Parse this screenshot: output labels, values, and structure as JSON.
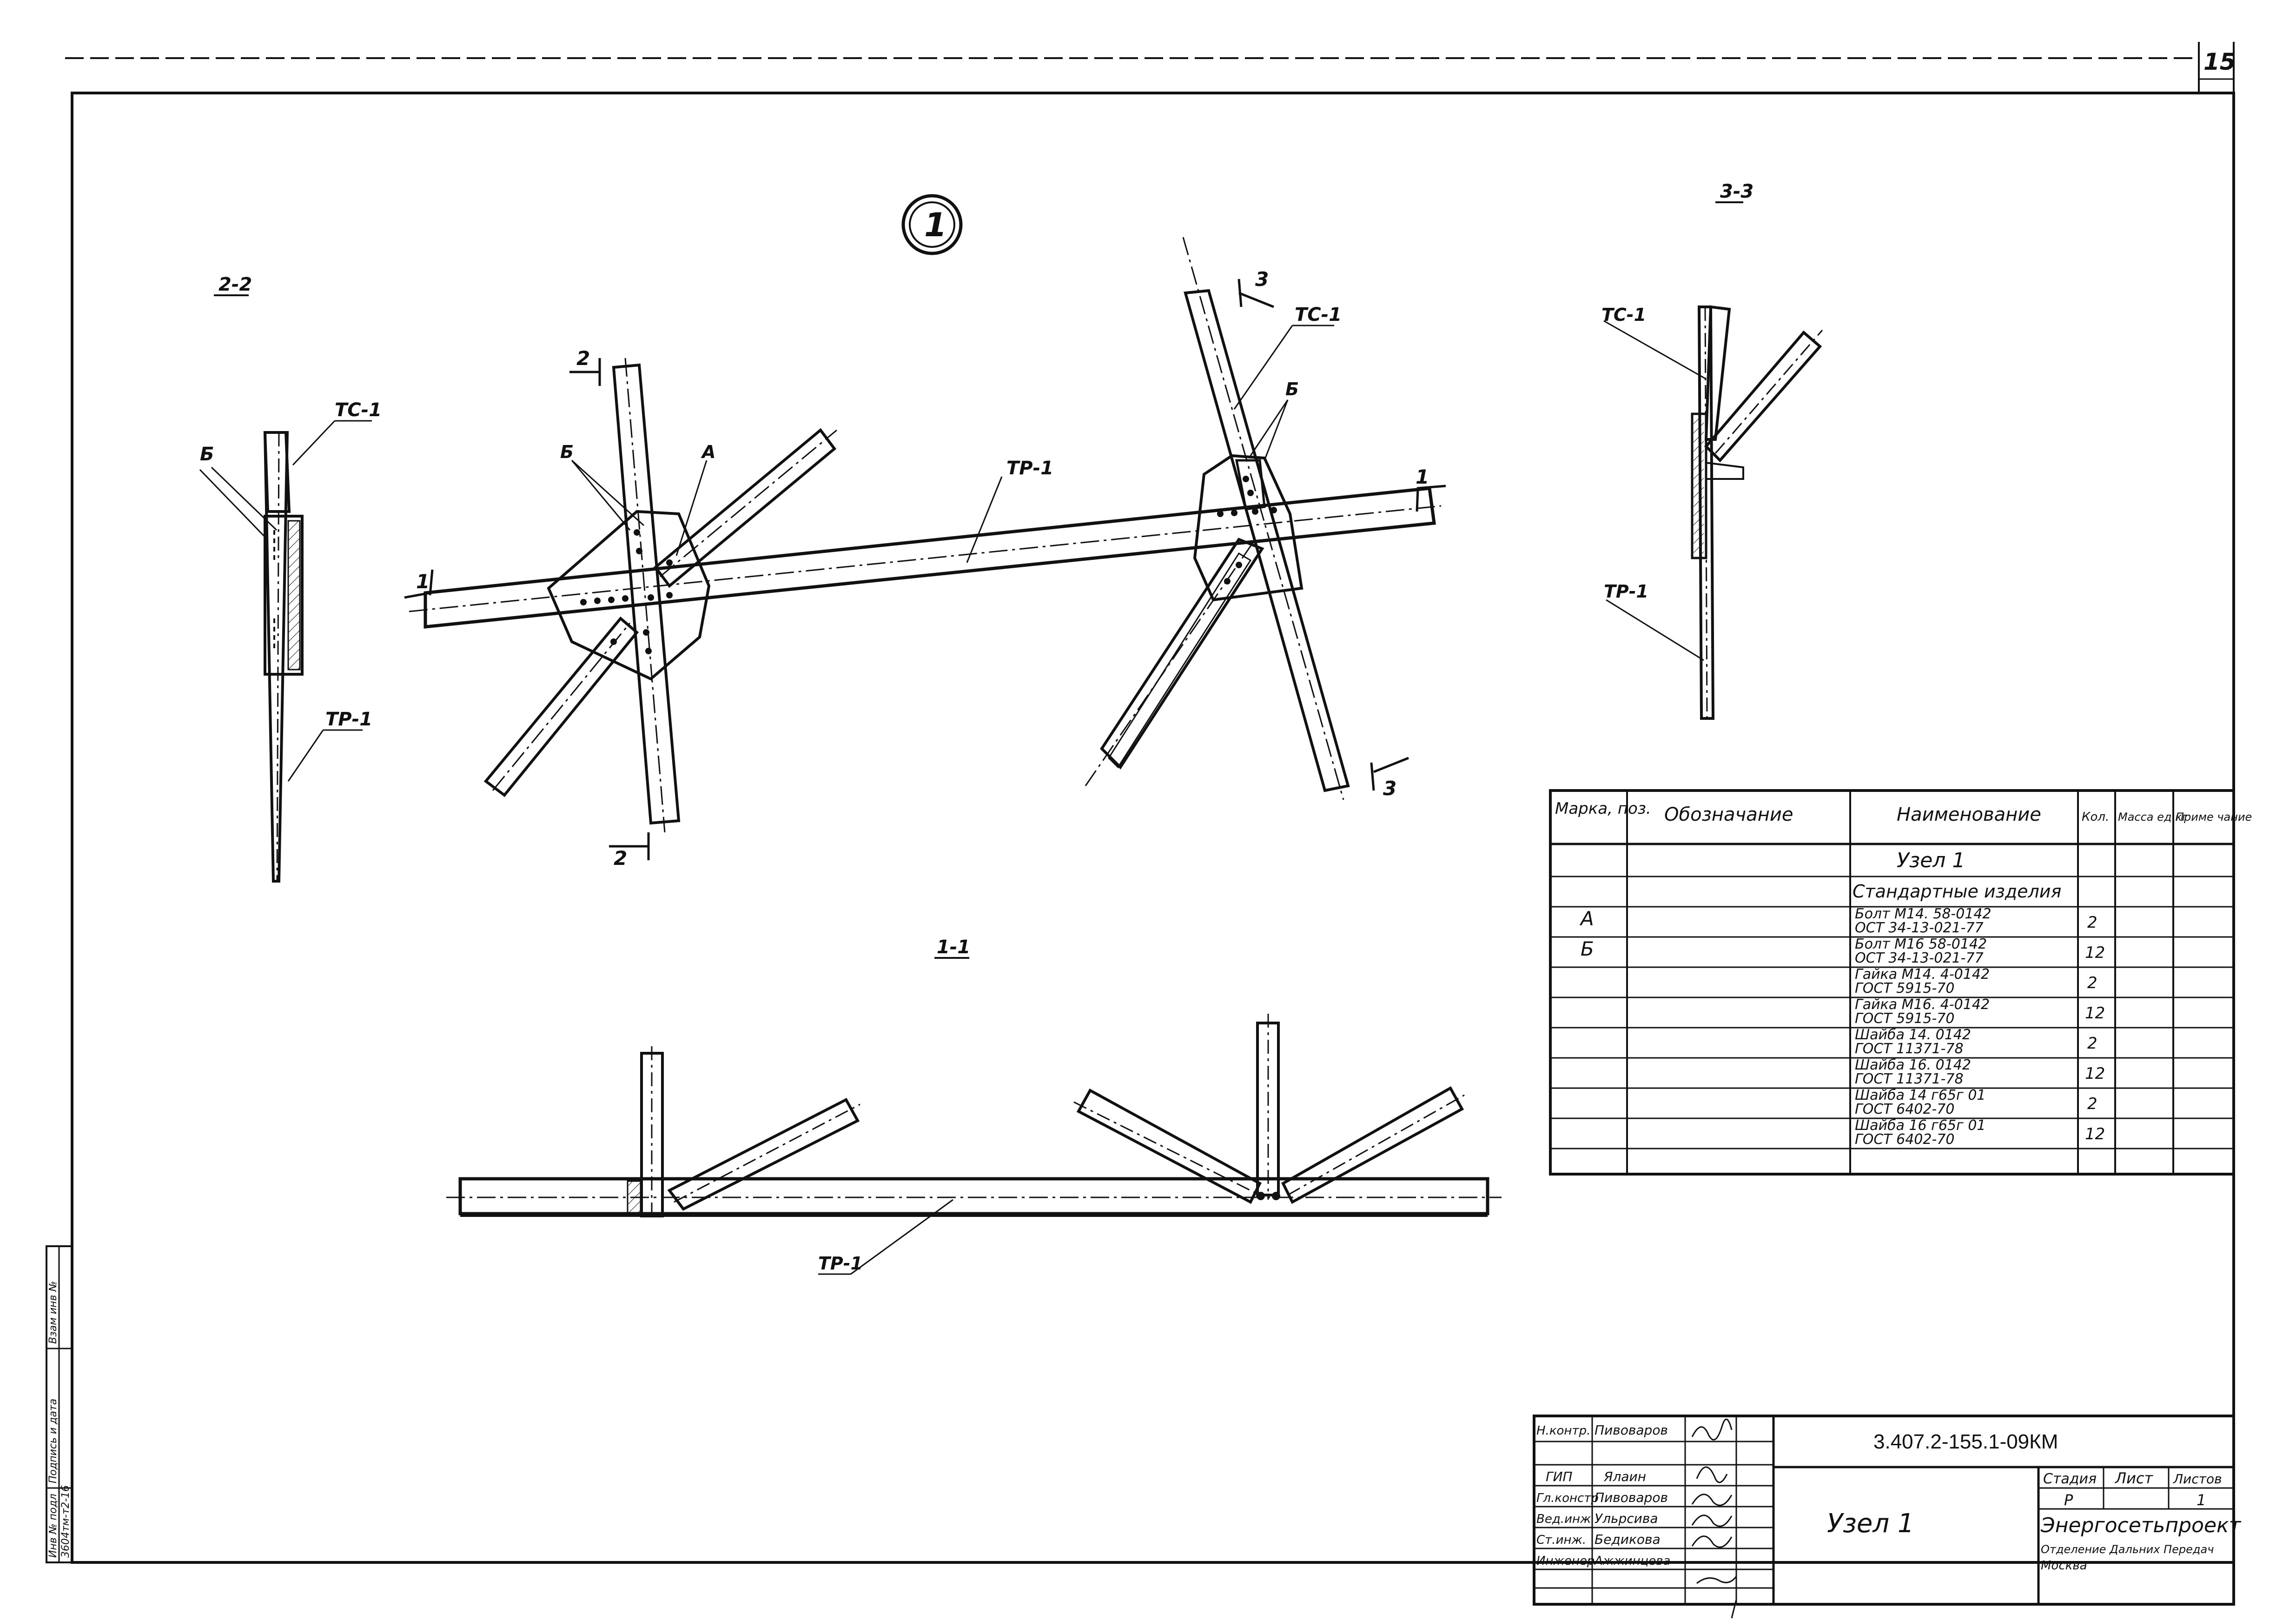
{
  "sheet": {
    "number": "15",
    "node_mark": "1"
  },
  "views": {
    "v22": {
      "title": "2-2",
      "tc": "ТС-1",
      "tp": "ТР-1",
      "b": "Б"
    },
    "v33": {
      "title": "3-3",
      "tc": "ТС-1",
      "tp": "ТР-1"
    },
    "v11": {
      "title": "1-1",
      "tp": "ТР-1"
    },
    "plan": {
      "sec2_top": "2",
      "sec2_bot": "2",
      "sec3_top": "3",
      "sec3_bot": "3",
      "sec1_left": "1",
      "sec1_right": "1",
      "b_left": "Б",
      "a_left": "А",
      "tp": "ТР-1",
      "tc": "ТС-1",
      "b_right": "Б"
    }
  },
  "spec": {
    "headers": [
      "Марка, поз.",
      "Обозначание",
      "Наименование",
      "Кол.",
      "Масса ед кг",
      "Приме чание"
    ],
    "node_title": "Узел 1",
    "group_title": "Стандартные изделия",
    "rows": [
      {
        "mark": "А",
        "name1": "Болт М14. 58-0142",
        "name2": "ОСТ 34-13-021-77",
        "qty": "2"
      },
      {
        "mark": "Б",
        "name1": "Болт М16 58-0142",
        "name2": "ОСТ 34-13-021-77",
        "qty": "12"
      },
      {
        "mark": "",
        "name1": "Гайка М14. 4-0142",
        "name2": "ГОСТ 5915-70",
        "qty": "2"
      },
      {
        "mark": "",
        "name1": "Гайка М16. 4-0142",
        "name2": "ГОСТ 5915-70",
        "qty": "12"
      },
      {
        "mark": "",
        "name1": "Шайба 14. 0142",
        "name2": "ГОСТ 11371-78",
        "qty": "2"
      },
      {
        "mark": "",
        "name1": "Шайба 16. 0142",
        "name2": "ГОСТ 11371-78",
        "qty": "12"
      },
      {
        "mark": "",
        "name1": "Шайба 14 г65г 01",
        "name2": "ГОСТ 6402-70",
        "qty": "2"
      },
      {
        "mark": "",
        "name1": "Шайба 16 г65г 01",
        "name2": "ГОСТ 6402-70",
        "qty": "12"
      }
    ]
  },
  "title_block": {
    "doc_code": "3.407.2-155.1-09КМ",
    "title": "Узел 1",
    "stage_header": "Стадия",
    "sheet_header": "Лист",
    "sheets_header": "Листов",
    "stage": "Р",
    "sheets": "1",
    "org1": "Энергосетьпроект",
    "org2": "Отделение Дальних Передач",
    "org3": "Москва",
    "roles": [
      {
        "role": "Н.контр.",
        "name": "Пивоваров"
      },
      {
        "role": "",
        "name": ""
      },
      {
        "role": "ГИП",
        "name": "Ялаин"
      },
      {
        "role": "Гл.констр",
        "name": "Пивоваров"
      },
      {
        "role": "Вед.инж",
        "name": "Ульрсива"
      },
      {
        "role": "Ст.инж.",
        "name": "Бедикова"
      },
      {
        "role": "Инженер",
        "name": "Ажжинцева"
      }
    ]
  },
  "side_stamp": {
    "c1": "Инв № подл",
    "c2": "Подпись и дата",
    "c3": "Взам инв №",
    "number": "3604тм-т2-16"
  }
}
